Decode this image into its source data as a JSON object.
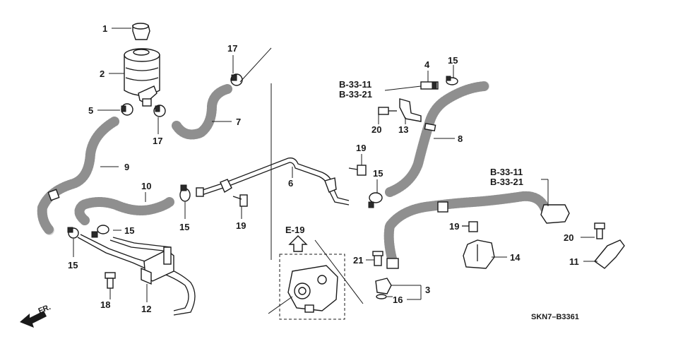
{
  "diagram": {
    "callouts": {
      "c1": "1",
      "c2": "2",
      "c3": "3",
      "c4": "4",
      "c5": "5",
      "c6": "6",
      "c7": "7",
      "c8": "8",
      "c9": "9",
      "c10": "10",
      "c11": "11",
      "c12": "12",
      "c13": "13",
      "c14": "14",
      "c15a": "15",
      "c15b": "15",
      "c15c": "15",
      "c15d": "15",
      "c15e": "15",
      "c16": "16",
      "c17a": "17",
      "c17b": "17",
      "c18": "18",
      "c19a": "19",
      "c19b": "19",
      "c19c": "19",
      "c20a": "20",
      "c20b": "20",
      "c21": "21"
    },
    "refs": {
      "ref_left_1": "B-33-11",
      "ref_left_2": "B-33-21",
      "ref_right_1": "B-33-11",
      "ref_right_2": "B-33-21",
      "ref_e19": "E-19"
    },
    "front_label": "FR.",
    "diagram_code": "SKN7–B3361"
  }
}
